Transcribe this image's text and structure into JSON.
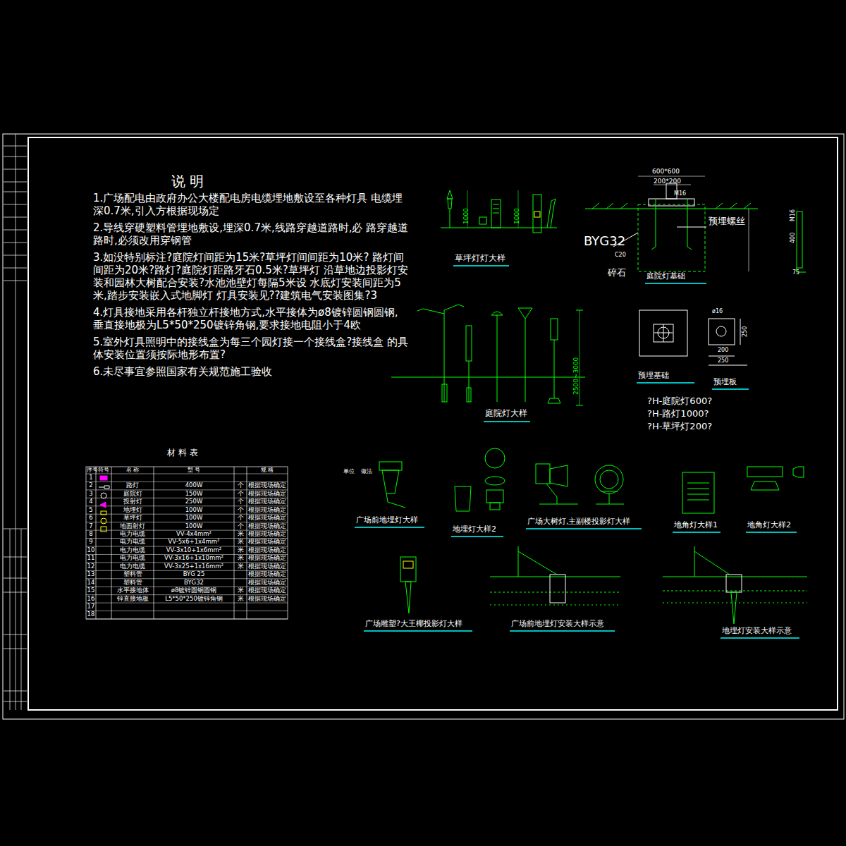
{
  "diagram": {
    "title": "说 明",
    "labels": [
      "1.广场配电由政府办公大楼配电房电缆埋地敷设至各种灯具 电缆埋深0.7米,引入方根据现场定",
      "2.导线穿硬塑料管埋地敷设,埋深0.7米,线路穿越道路时,必 路穿越道路时,必须改用穿钢管",
      "3.如没特别标注?庭院灯间距为15米?草坪灯间间距为10米? 路灯间间距为20米?路灯?庭院灯距路牙石0.5米?草坪灯 沿草地边投影灯安装和园林大树配合安装?水池池壁灯每隔5米设 水底灯安装间距为5米,踏步安装嵌入式地脚灯 灯具安装见??建筑电气安装图集?3",
      "4.灯具接地采用各杆独立杆接地方式,水平接体为ø8镀锌圆钢圆钢, 垂直接地极为L5*50*250镀锌角钢,要求接地电阻小于4欧",
      "5.室外灯具照明中的接线盒为每三个园灯接一个接线盒?接线盒 的具体安装位置须按际地形布置?",
      "6.未尽事宜参照国家有关规范施工验收",
      "草坪灯灯大样",
      "1000",
      "1000",
      "庭院灯大样",
      "2500~3000",
      "600*600",
      "200*200",
      "M16",
      "BYG32",
      "C20",
      "碎石",
      "预埋螺丝",
      "庭院灯基础",
      "M16",
      "400",
      "75",
      "ø16",
      "250",
      "200",
      "250",
      "预埋基础",
      "预埋板",
      "?H-庭院灯600?",
      "?H-路灯1000?",
      "?H-草坪灯200?",
      "单位",
      "做法",
      "广场前地埋灯大样",
      "地埋灯大样2",
      "广场大树灯,主副楼投影灯大样",
      "地角灯大样1",
      "地角灯大样2",
      "广场雕塑?大王椰投影灯大样",
      "广场前地埋灯安装大样示意",
      "地埋灯安装大样示意",
      "材 料 表",
      "序号",
      "符号",
      "名 称",
      "型 号",
      "规 格",
      "1",
      "2",
      "路灯",
      "400W",
      "个",
      "根据现场确定",
      "3",
      "庭院灯",
      "150W",
      "个",
      "根据现场确定",
      "4",
      "投射灯",
      "250W",
      "个",
      "根据现场确定",
      "5",
      "地埋灯",
      "100W",
      "个",
      "根据现场确定",
      "6",
      "草坪灯",
      "100W",
      "个",
      "根据现场确定",
      "7",
      "地面射灯",
      "100W",
      "个",
      "根据现场确定",
      "8",
      "电力电缆",
      "VV-4x4mm²",
      "米",
      "根据现场确定",
      "9",
      "电力电缆",
      "VV-5x6+1x4mm²",
      "米",
      "根据现场确定",
      "10",
      "电力电缆",
      "VV-3x10+1x6mm²",
      "米",
      "根据现场确定",
      "11",
      "电力电缆",
      "VV-3x16+1x10mm²",
      "米",
      "根据现场确定",
      "12",
      "电力电缆",
      "VV-3x25+1x16mm²",
      "米",
      "根据现场确定",
      "13",
      "塑料管",
      "BYG 25",
      "根据现场确定",
      "14",
      "塑料管",
      "BYG32",
      "根据现场确定",
      "15",
      "水平接地体",
      "ø8镀锌圆钢圆钢",
      "米",
      "根据现场确定",
      "16",
      "锌直接地板",
      "L5*50*250镀锌角钢",
      "米",
      "根据现场确定",
      "17",
      "18"
    ]
  }
}
